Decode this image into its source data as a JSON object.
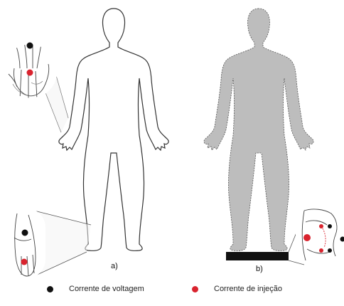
{
  "panels": {
    "a_label": "a)",
    "b_label": "b)"
  },
  "legend": {
    "voltage_label": "Corrente de voltagem",
    "voltage_color": "#111111",
    "injection_label": "Corrente de injeção",
    "injection_color": "#d9232e"
  },
  "colors": {
    "outline": "#333333",
    "body_fill_b": "#bdbdbd",
    "platform": "#111111"
  }
}
